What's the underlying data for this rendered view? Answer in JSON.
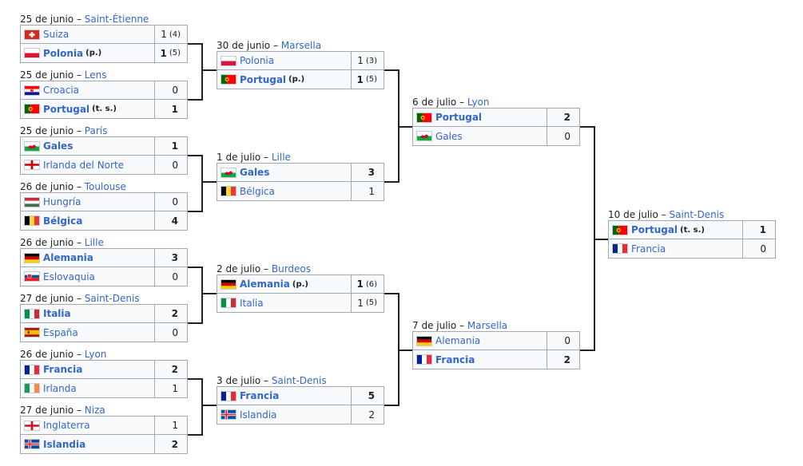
{
  "matches": [
    {
      "id": "r16-1",
      "date": "25 de junio",
      "city": "Saint-Étienne",
      "teams": [
        {
          "name": "Suiza",
          "flag": "switzerland-flag",
          "score": "1",
          "pen": "(4)",
          "note": "",
          "win": false
        },
        {
          "name": "Polonia",
          "flag": "poland-flag",
          "score": "1",
          "pen": "(5)",
          "note": "(p.)",
          "win": true
        }
      ]
    },
    {
      "id": "r16-2",
      "date": "25 de junio",
      "city": "Lens",
      "teams": [
        {
          "name": "Croacia",
          "flag": "croatia-flag",
          "score": "0",
          "pen": "",
          "note": "",
          "win": false
        },
        {
          "name": "Portugal",
          "flag": "portugal-flag",
          "score": "1",
          "pen": "",
          "note": "(t. s.)",
          "win": true
        }
      ]
    },
    {
      "id": "r16-3",
      "date": "25 de junio",
      "city": "París",
      "teams": [
        {
          "name": "Gales",
          "flag": "wales-flag",
          "score": "1",
          "pen": "",
          "note": "",
          "win": true
        },
        {
          "name": "Irlanda del Norte",
          "flag": "northern-ireland-flag",
          "score": "0",
          "pen": "",
          "note": "",
          "win": false
        }
      ]
    },
    {
      "id": "r16-4",
      "date": "26 de junio",
      "city": "Toulouse",
      "teams": [
        {
          "name": "Hungría",
          "flag": "hungary-flag",
          "score": "0",
          "pen": "",
          "note": "",
          "win": false
        },
        {
          "name": "Bélgica",
          "flag": "belgium-flag",
          "score": "4",
          "pen": "",
          "note": "",
          "win": true
        }
      ]
    },
    {
      "id": "r16-5",
      "date": "26 de junio",
      "city": "Lille",
      "teams": [
        {
          "name": "Alemania",
          "flag": "germany-flag",
          "score": "3",
          "pen": "",
          "note": "",
          "win": true
        },
        {
          "name": "Eslovaquia",
          "flag": "slovakia-flag",
          "score": "0",
          "pen": "",
          "note": "",
          "win": false
        }
      ]
    },
    {
      "id": "r16-6",
      "date": "27 de junio",
      "city": "Saint-Denis",
      "teams": [
        {
          "name": "Italia",
          "flag": "italy-flag",
          "score": "2",
          "pen": "",
          "note": "",
          "win": true
        },
        {
          "name": "España",
          "flag": "spain-flag",
          "score": "0",
          "pen": "",
          "note": "",
          "win": false
        }
      ]
    },
    {
      "id": "r16-7",
      "date": "26 de junio",
      "city": "Lyon",
      "teams": [
        {
          "name": "Francia",
          "flag": "france-flag",
          "score": "2",
          "pen": "",
          "note": "",
          "win": true
        },
        {
          "name": "Irlanda",
          "flag": "ireland-flag",
          "score": "1",
          "pen": "",
          "note": "",
          "win": false
        }
      ]
    },
    {
      "id": "r16-8",
      "date": "27 de junio",
      "city": "Niza",
      "teams": [
        {
          "name": "Inglaterra",
          "flag": "england-flag",
          "score": "1",
          "pen": "",
          "note": "",
          "win": false
        },
        {
          "name": "Islandia",
          "flag": "iceland-flag",
          "score": "2",
          "pen": "",
          "note": "",
          "win": true
        }
      ]
    },
    {
      "id": "qf-1",
      "date": "30 de junio",
      "city": "Marsella",
      "teams": [
        {
          "name": "Polonia",
          "flag": "poland-flag",
          "score": "1",
          "pen": "(3)",
          "note": "",
          "win": false
        },
        {
          "name": "Portugal",
          "flag": "portugal-flag",
          "score": "1",
          "pen": "(5)",
          "note": "(p.)",
          "win": true
        }
      ]
    },
    {
      "id": "qf-2",
      "date": "1 de julio",
      "city": "Lille",
      "teams": [
        {
          "name": "Gales",
          "flag": "wales-flag",
          "score": "3",
          "pen": "",
          "note": "",
          "win": true
        },
        {
          "name": "Bélgica",
          "flag": "belgium-flag",
          "score": "1",
          "pen": "",
          "note": "",
          "win": false
        }
      ]
    },
    {
      "id": "qf-3",
      "date": "2 de julio",
      "city": "Burdeos",
      "teams": [
        {
          "name": "Alemania",
          "flag": "germany-flag",
          "score": "1",
          "pen": "(6)",
          "note": "(p.)",
          "win": true
        },
        {
          "name": "Italia",
          "flag": "italy-flag",
          "score": "1",
          "pen": "(5)",
          "note": "",
          "win": false
        }
      ]
    },
    {
      "id": "qf-4",
      "date": "3 de julio",
      "city": "Saint-Denis",
      "teams": [
        {
          "name": "Francia",
          "flag": "france-flag",
          "score": "5",
          "pen": "",
          "note": "",
          "win": true
        },
        {
          "name": "Islandia",
          "flag": "iceland-flag",
          "score": "2",
          "pen": "",
          "note": "",
          "win": false
        }
      ]
    },
    {
      "id": "sf-1",
      "date": "6 de julio",
      "city": "Lyon",
      "teams": [
        {
          "name": "Portugal",
          "flag": "portugal-flag",
          "score": "2",
          "pen": "",
          "note": "",
          "win": true
        },
        {
          "name": "Gales",
          "flag": "wales-flag",
          "score": "0",
          "pen": "",
          "note": "",
          "win": false
        }
      ]
    },
    {
      "id": "sf-2",
      "date": "7 de julio",
      "city": "Marsella",
      "teams": [
        {
          "name": "Alemania",
          "flag": "germany-flag",
          "score": "0",
          "pen": "",
          "note": "",
          "win": false
        },
        {
          "name": "Francia",
          "flag": "france-flag",
          "score": "2",
          "pen": "",
          "note": "",
          "win": true
        }
      ]
    },
    {
      "id": "final",
      "date": "10 de julio",
      "city": "Saint-Denis",
      "teams": [
        {
          "name": "Portugal",
          "flag": "portugal-flag",
          "score": "1",
          "pen": "",
          "note": "(t. s.)",
          "win": true
        },
        {
          "name": "Francia",
          "flag": "france-flag",
          "score": "0",
          "pen": "",
          "note": "",
          "win": false
        }
      ]
    }
  ]
}
